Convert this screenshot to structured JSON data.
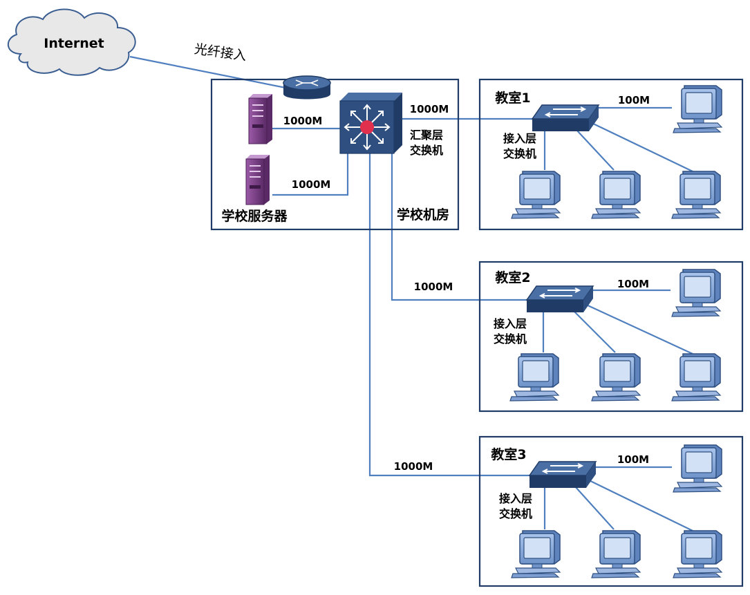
{
  "internet": {
    "label": "Internet"
  },
  "uplink": {
    "label": "光纤接入"
  },
  "core": {
    "room_label": "学校机房",
    "switch_label_line1": "汇聚层",
    "switch_label_line2": "交换机",
    "servers_label": "学校服务器",
    "server_link_1": "1000M",
    "server_link_2": "1000M"
  },
  "classrooms": [
    {
      "name": "教室1",
      "uplink_speed": "1000M",
      "pc_speed": "100M",
      "switch_label_line1": "接入层",
      "switch_label_line2": "交换机"
    },
    {
      "name": "教室2",
      "uplink_speed": "1000M",
      "pc_speed": "100M",
      "switch_label_line1": "接入层",
      "switch_label_line2": "交换机"
    },
    {
      "name": "教室3",
      "uplink_speed": "1000M",
      "pc_speed": "100M",
      "switch_label_line1": "接入层",
      "switch_label_line2": "交换机"
    }
  ],
  "colors": {
    "line": "#4f7fbf",
    "frame": "#1f3b66",
    "device_dark": "#1f3b66",
    "device_mid": "#2e4f80",
    "pc_body": "#8fb0e0",
    "pc_screen": "#c9daf5",
    "server": "#7b3a86",
    "hub_dot": "#e0304e",
    "cloud": "#e8e8e8"
  }
}
